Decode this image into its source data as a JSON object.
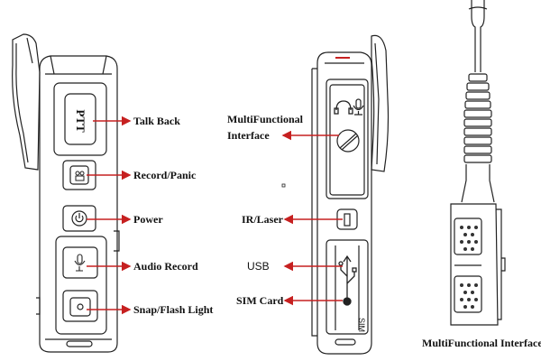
{
  "labels": {
    "talk_back": "Talk Back",
    "record_panic": "Record/Panic",
    "power": "Power",
    "audio_record": "Audio Record",
    "snap_flash": "Snap/Flash Light",
    "multi_line1": "MultiFunctional",
    "multi_line2": "Interface",
    "ir_laser": "IR/Laser",
    "usb": "USB",
    "sim_card": "SIM Card",
    "multi_caption": "MultiFunctional Interface"
  },
  "device_text": {
    "ptt": "PTT",
    "sim": "SIM"
  },
  "colors": {
    "arrow": "#c62020",
    "outline": "#222222"
  }
}
